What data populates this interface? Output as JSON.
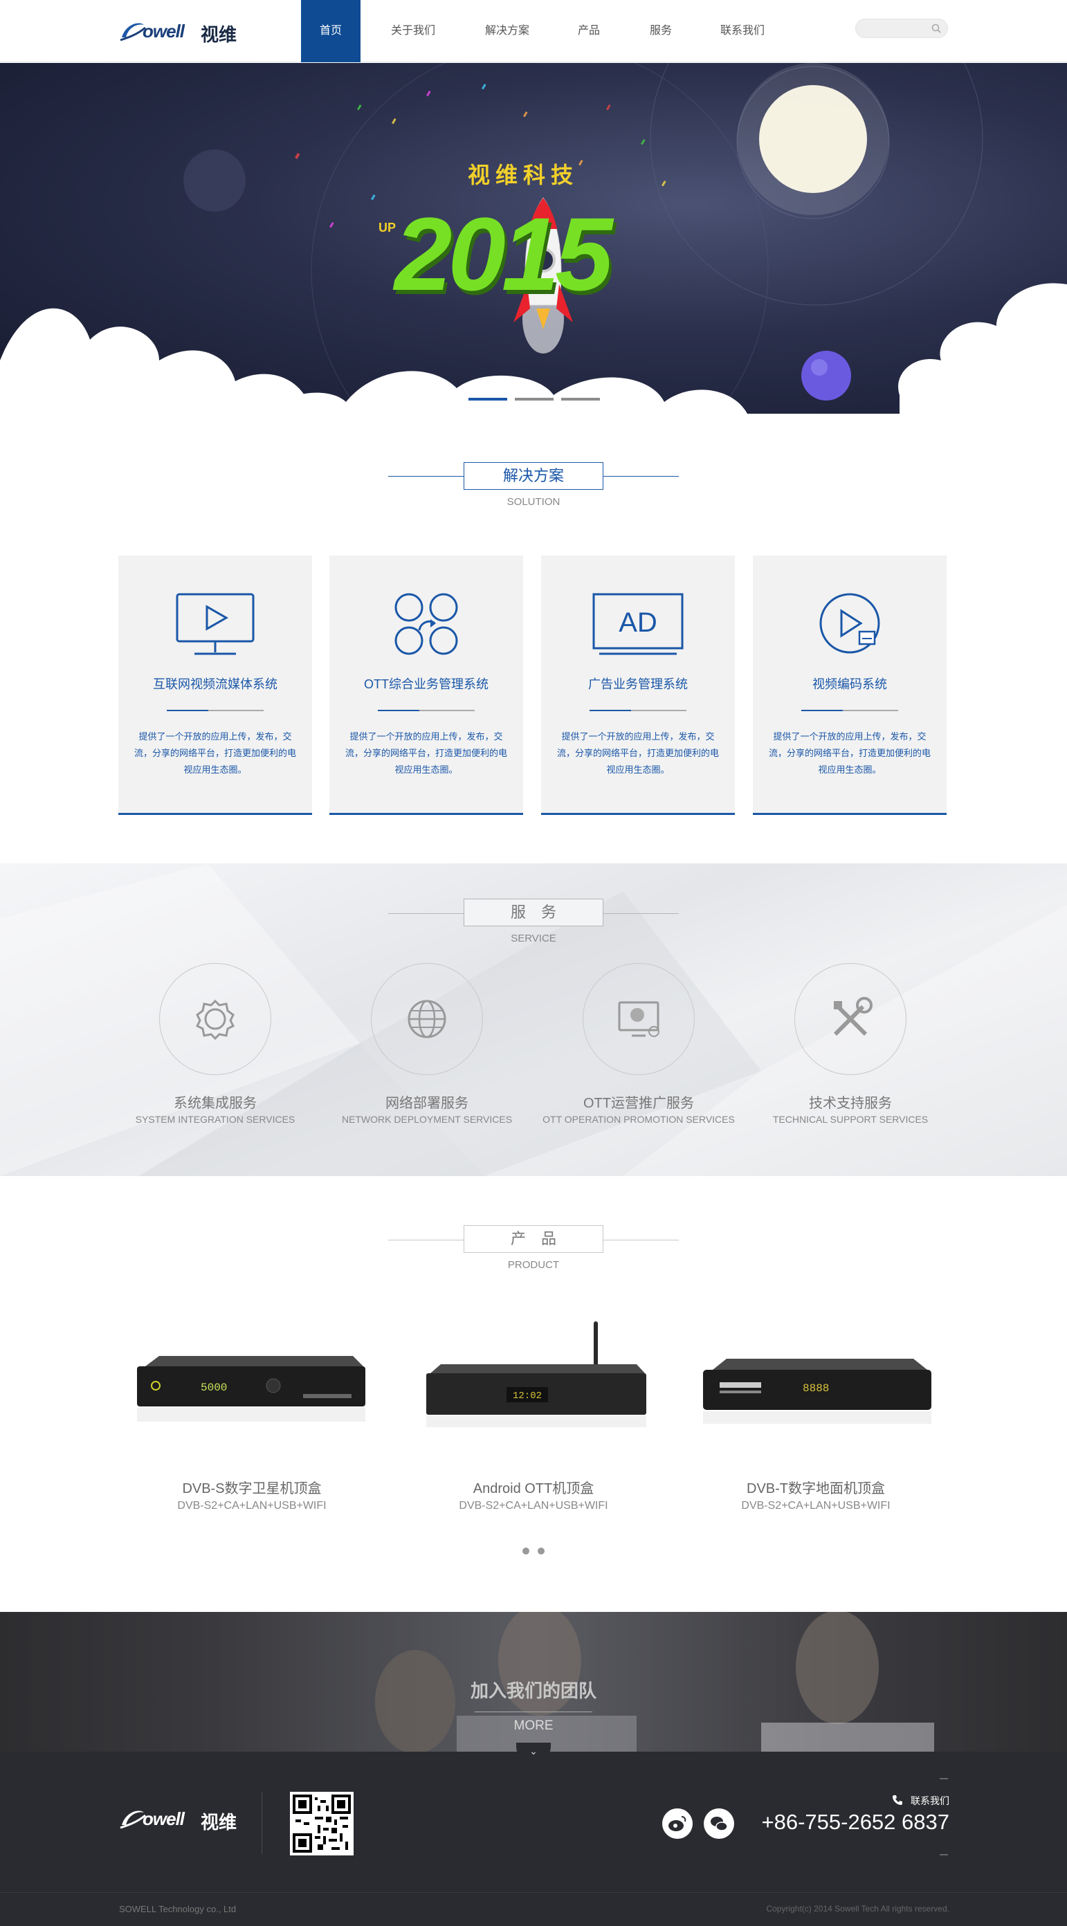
{
  "header": {
    "logo_wordmark": "owell",
    "logo_cn": "视维",
    "nav": [
      "首页",
      "关于我们",
      "解决方案",
      "产品",
      "服务",
      "联系我们"
    ],
    "search_placeholder": ""
  },
  "banner": {
    "title": "视维科技",
    "up": "UP",
    "year": "2015"
  },
  "solution": {
    "title": "解决方案",
    "subtitle": "SOLUTION",
    "cards": [
      {
        "title": "互联网视频流媒体系统",
        "icon": "monitor-play-icon",
        "desc": "提供了一个开放的应用上传，发布，交流，分享的网络平台，打造更加便利的电视应用生态圈。"
      },
      {
        "title": "OTT综合业务管理系统",
        "icon": "grid-circles-icon",
        "desc": "提供了一个开放的应用上传，发布，交流，分享的网络平台，打造更加便利的电视应用生态圈。"
      },
      {
        "title": "广告业务管理系统",
        "icon": "ad-screen-icon",
        "desc": "提供了一个开放的应用上传，发布，交流，分享的网络平台，打造更加便利的电视应用生态圈。"
      },
      {
        "title": "视频编码系统",
        "icon": "play-circle-icon",
        "desc": "提供了一个开放的应用上传，发布，交流，分享的网络平台，打造更加便利的电视应用生态圈。"
      }
    ]
  },
  "service": {
    "title": "服　务",
    "subtitle": "SERVICE",
    "items": [
      {
        "name": "系统集成服务",
        "en": "SYSTEM INTEGRATION SERVICES",
        "icon": "gear-icon"
      },
      {
        "name": "网络部署服务",
        "en": "NETWORK DEPLOYMENT SERVICES",
        "icon": "globe-icon"
      },
      {
        "name": "OTT运营推广服务",
        "en": "OTT OPERATION PROMOTION SERVICES",
        "icon": "monitor-globe-icon"
      },
      {
        "name": "技术支持服务",
        "en": "TECHNICAL SUPPORT SERVICES",
        "icon": "tools-icon"
      }
    ]
  },
  "product": {
    "title": "产　品",
    "subtitle": "PRODUCT",
    "items": [
      {
        "name": "DVB-S数字卫星机顶盒",
        "spec": "DVB-S2+CA+LAN+USB+WIFI",
        "display": "5000"
      },
      {
        "name": "Android OTT机顶盒",
        "spec": "DVB-S2+CA+LAN+USB+WIFI",
        "display": "12:02"
      },
      {
        "name": "DVB-T数字地面机顶盒",
        "spec": "DVB-S2+CA+LAN+USB+WIFI",
        "display": "8888"
      }
    ]
  },
  "team": {
    "title": "加入我们的团队",
    "more": "MORE",
    "arrow": "⌄"
  },
  "footer": {
    "logo_wordmark": "owell",
    "logo_cn": "视维",
    "contact_label": "联系我们",
    "phone": "+86-755-2652 6837",
    "copyright_left": "SOWELL Technology co., Ltd",
    "copyright_right": "Copyright(c) 2014 Sowell Tech All rights reserved."
  },
  "colors": {
    "brand_blue": "#1a57a8",
    "nav_active": "#0e4b93",
    "footer_bg": "#2a2b30",
    "banner_green": "#77e025",
    "banner_yellow": "#f2d02a"
  }
}
